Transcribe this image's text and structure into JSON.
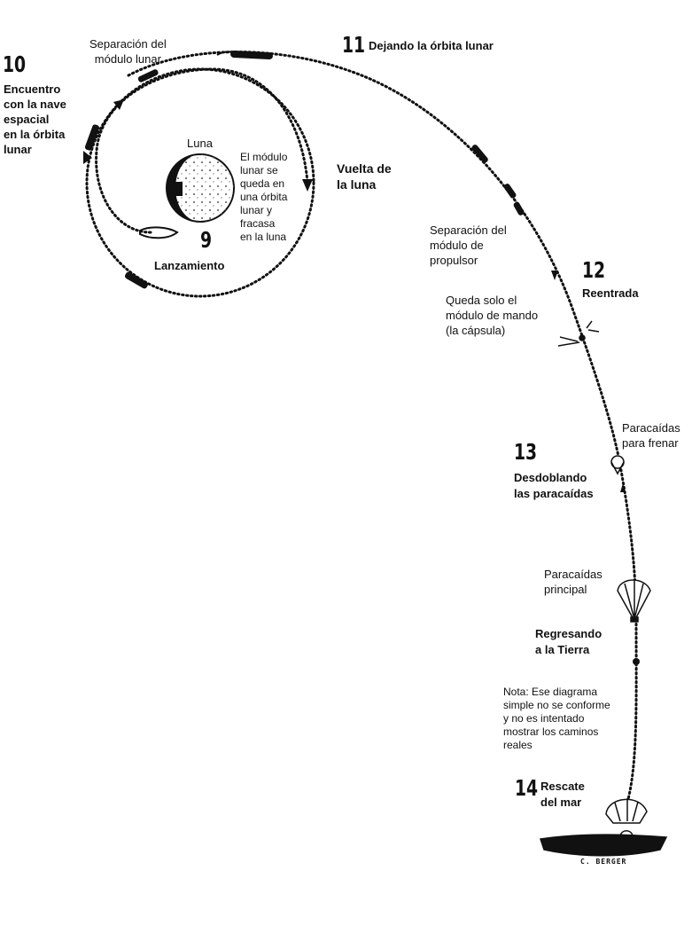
{
  "steps": {
    "s9": {
      "number": "9",
      "title": "Lanzamiento"
    },
    "s10": {
      "number": "10",
      "title": "Encuentro\ncon la nave\nespacial\nen la órbita\n lunar"
    },
    "s11": {
      "number": "11",
      "title": "Dejando la órbita lunar"
    },
    "s12": {
      "number": "12",
      "title": "Reentrada"
    },
    "s13": {
      "number": "13",
      "title": "Desdoblando\nlas paracaídas"
    },
    "s14": {
      "number": "14",
      "title": "Rescate\ndel mar"
    }
  },
  "labels": {
    "moon": "Luna",
    "lunar_module_separation": "Separación del\nmódulo lunar",
    "lunar_module_stays": "El módulo\nlunar se\nqueda en\nuna órbita\nlunar y\nfracasa\nen la luna",
    "moon_loop": "Vuelta de\nla luna",
    "propulsion_separation": "Separación del\nmódulo de\npropulsor",
    "command_module_only": "Queda solo el\nmódulo de mando\n(la cápsula)",
    "drogue_chutes": "Paracaídas\npara frenar",
    "main_chute": "Paracaídas\nprincipal",
    "returning": "Regresando\na la Tierra",
    "note": "Nota: Ese diagrama\nsimple no se conforme\ny no es intentado\nmostrar los caminos\nreales",
    "signature": "C. BERGER"
  }
}
